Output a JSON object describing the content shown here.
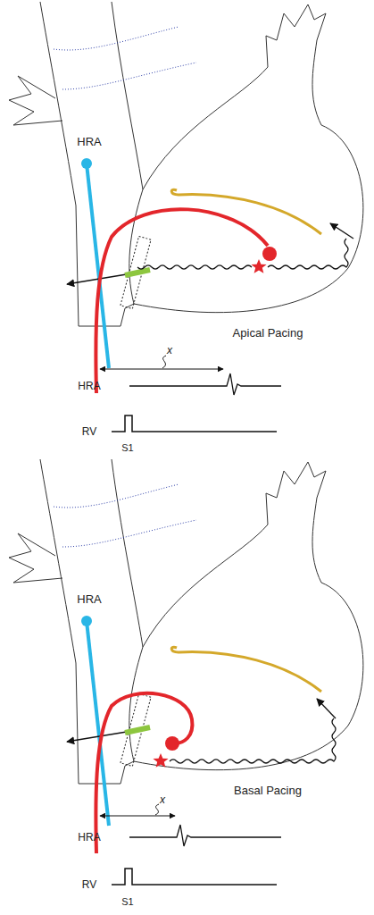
{
  "diagram": {
    "labels": [
      "HRA",
      "Apical Pacing",
      "x",
      "HRA",
      "RV",
      "S1",
      "HRA",
      "Basal Pacing",
      "x",
      "HRA",
      "RV",
      "S1"
    ]
  }
}
